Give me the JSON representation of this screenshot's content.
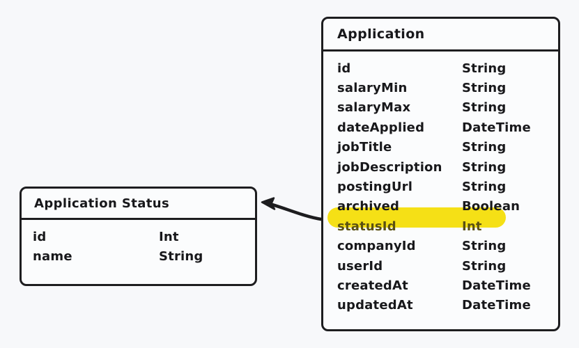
{
  "diagram": {
    "type": "entity-relationship-diagram",
    "background_color": "#f7f8fa",
    "line_color": "#1d1d1f",
    "highlight_color": "#f5e016",
    "entities": [
      {
        "name": "Application",
        "fields": [
          {
            "name": "id",
            "type": "String",
            "highlighted": false
          },
          {
            "name": "salaryMin",
            "type": "String",
            "highlighted": false
          },
          {
            "name": "salaryMax",
            "type": "String",
            "highlighted": false
          },
          {
            "name": "dateApplied",
            "type": "DateTime",
            "highlighted": false
          },
          {
            "name": "jobTitle",
            "type": "String",
            "highlighted": false
          },
          {
            "name": "jobDescription",
            "type": "String",
            "highlighted": false
          },
          {
            "name": "postingUrl",
            "type": "String",
            "highlighted": false
          },
          {
            "name": "archived",
            "type": "Boolean",
            "highlighted": false
          },
          {
            "name": "statusId",
            "type": "Int",
            "highlighted": true
          },
          {
            "name": "companyId",
            "type": "String",
            "highlighted": false
          },
          {
            "name": "userId",
            "type": "String",
            "highlighted": false
          },
          {
            "name": "createdAt",
            "type": "DateTime",
            "highlighted": false
          },
          {
            "name": "updatedAt",
            "type": "DateTime",
            "highlighted": false
          }
        ]
      },
      {
        "name": "Application Status",
        "fields": [
          {
            "name": "id",
            "type": "Int",
            "highlighted": false
          },
          {
            "name": "name",
            "type": "String",
            "highlighted": false
          }
        ]
      }
    ],
    "relationship": {
      "from": "Application.statusId",
      "to": "Application Status",
      "arrow_direction": "left"
    }
  }
}
